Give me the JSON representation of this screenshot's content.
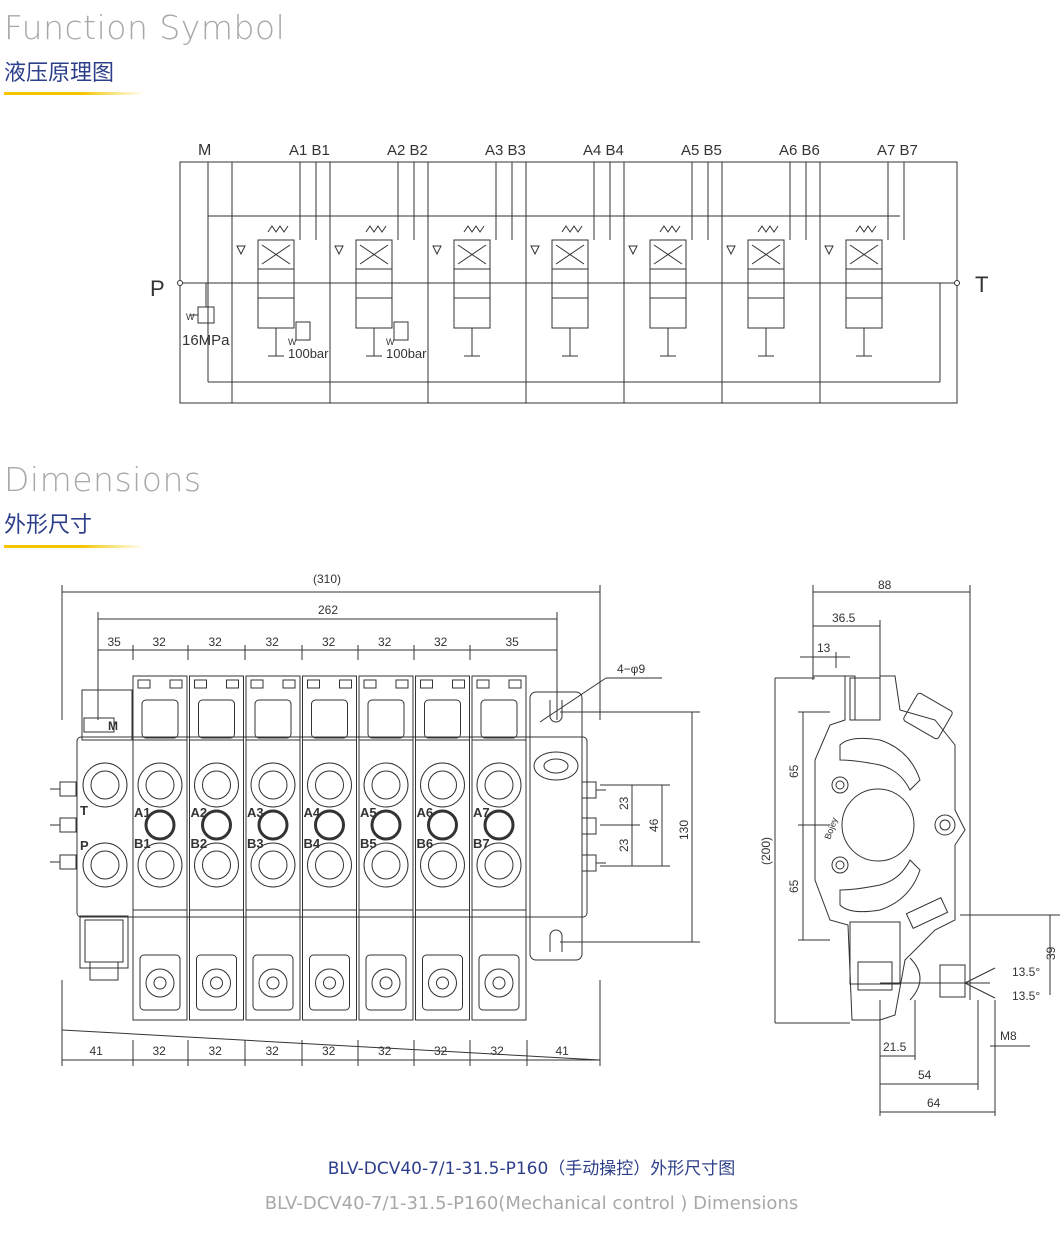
{
  "sections": {
    "function": {
      "title_en": "Function Symbol",
      "title_cn": "液压原理图"
    },
    "dimensions": {
      "title_en": "Dimensions",
      "title_cn": "外形尺寸"
    }
  },
  "schematic": {
    "port_m": "M",
    "port_p": "P",
    "port_t": "T",
    "ports": [
      "A1 B1",
      "A2 B2",
      "A3 B3",
      "A4 B4",
      "A5 B5",
      "A6 B6",
      "A7 B7"
    ],
    "relief_main": "16MPa",
    "relief_port": "100bar",
    "spring_mark": "W"
  },
  "front_view": {
    "dim_overall": "(310)",
    "dim_262": "262",
    "top_dims": [
      "35",
      "32",
      "32",
      "32",
      "32",
      "32",
      "32",
      "35"
    ],
    "bottom_dims": [
      "41",
      "32",
      "32",
      "32",
      "32",
      "32",
      "32",
      "32",
      "41"
    ],
    "hole_label": "4−φ9",
    "right_dims": {
      "d23a": "23",
      "d23b": "23",
      "d46": "46",
      "d130": "130"
    },
    "labels_a": [
      "A1",
      "A2",
      "A3",
      "A4",
      "A5",
      "A6",
      "A7"
    ],
    "labels_b": [
      "B1",
      "B2",
      "B3",
      "B4",
      "B5",
      "B6",
      "B7"
    ],
    "label_t": "T",
    "label_p": "P",
    "label_m": "M"
  },
  "side_view": {
    "dim_88": "88",
    "dim_36_5": "36.5",
    "dim_13": "13",
    "dim_65a": "65",
    "dim_65b": "65",
    "dim_200": "(200)",
    "dim_39": "39",
    "dim_13_5a": "13.5°",
    "dim_13_5b": "13.5°",
    "dim_m8": "M8",
    "dim_21_5": "21.5",
    "dim_54": "54",
    "dim_64": "64",
    "brand": "Bojey"
  },
  "caption": {
    "cn": "BLV-DCV40-7/1-31.5-P160（手动操控）外形尺寸图",
    "en": "BLV-DCV40-7/1-31.5-P160(Mechanical control ) Dimensions"
  }
}
